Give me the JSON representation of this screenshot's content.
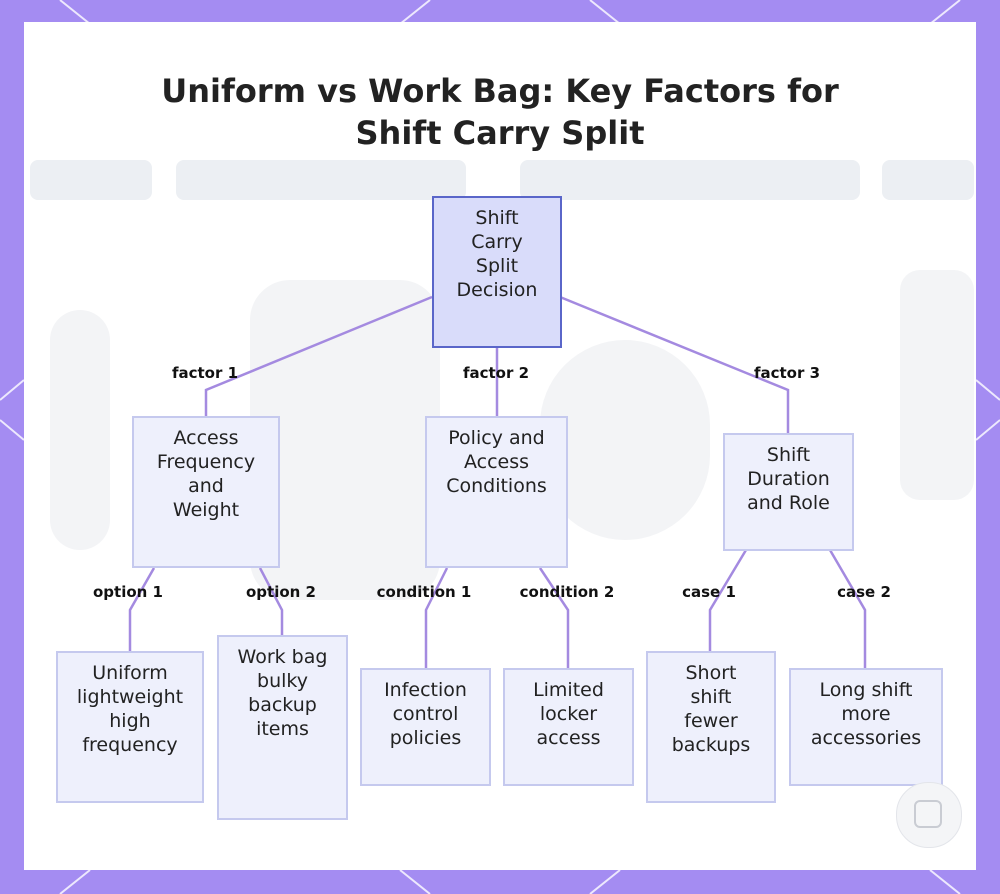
{
  "title": {
    "line1": "Uniform vs Work Bag: Key Factors for",
    "line2": "Shift Carry Split"
  },
  "nodes": {
    "root": "Shift\nCarry\nSplit\nDecision",
    "access_frequency": "Access\nFrequency\nand\nWeight",
    "policy_access": "Policy and\nAccess\nConditions",
    "shift_duration": "Shift\nDuration\nand Role",
    "uniform_items": "Uniform\nlightweight\nhigh\nfrequency",
    "work_bag_items": "Work bag\nbulky\nbackup\nitems",
    "infection_control": "Infection\ncontrol\npolicies",
    "limited_locker": "Limited\nlocker\naccess",
    "short_shift": "Short\nshift\nfewer\nbackups",
    "long_shift": "Long shift\nmore\naccessories"
  },
  "edge_labels": {
    "factor1": "factor 1",
    "factor2": "factor 2",
    "factor3": "factor 3",
    "option1": "option 1",
    "option2": "option 2",
    "condition1": "condition 1",
    "condition2": "condition 2",
    "case1": "case 1",
    "case2": "case 2"
  },
  "colors": {
    "background": "#a48cf2",
    "edge": "#a48ae0",
    "root_fill": "#d9dcfa",
    "root_border": "#5a66c9",
    "node_fill": "#eef0fc",
    "node_border": "#c5c9ee"
  },
  "icons": {
    "corner": "chat-bot-icon"
  }
}
